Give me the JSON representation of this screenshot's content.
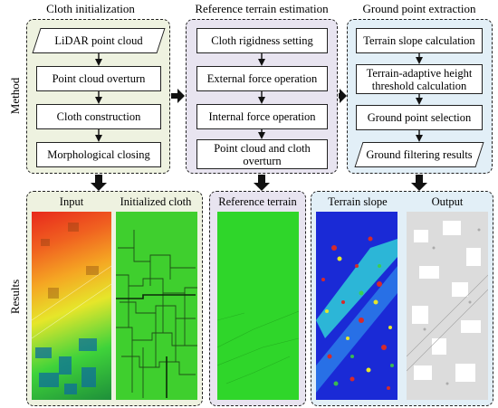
{
  "method_label": "Method",
  "results_label": "Results",
  "columns": [
    {
      "title": "Cloth initialization",
      "steps": [
        "LiDAR point cloud",
        "Point cloud overturn",
        "Cloth construction",
        "Morphological closing"
      ],
      "fill": "#eef2e0"
    },
    {
      "title": "Reference terrain estimation",
      "steps": [
        "Cloth rigidness setting",
        "External force operation",
        "Internal force operation",
        "Point cloud and cloth overturn"
      ],
      "fill": "#e8e4f0"
    },
    {
      "title": "Ground point extraction",
      "steps": [
        "Terrain slope calculation",
        "Terrain-adaptive height threshold calculation",
        "Ground point selection",
        "Ground filtering results"
      ],
      "fill": "#e2eff7"
    }
  ],
  "results": {
    "panel1": {
      "images": [
        "Input",
        "Initialized cloth"
      ],
      "fill": "#eef2e0"
    },
    "panel2": {
      "images": [
        "Reference terrain"
      ],
      "fill": "#e8e4f0"
    },
    "panel3": {
      "images": [
        "Terrain slope",
        "Output"
      ],
      "fill": "#e2eff7"
    }
  },
  "colors": {
    "arrow": "#111111",
    "border": "#222222",
    "input_gradient": [
      "#e8291c",
      "#f5a623",
      "#e6e62a",
      "#3fd33a",
      "#1e8f3a"
    ],
    "cloth_green": "#3fcf2e",
    "terrain_green": "#2fd62a",
    "slope_blue": "#1a2ad6",
    "output_gray": "#cfcfcf"
  },
  "icons": [
    "arrow-down-icon",
    "arrow-right-icon"
  ]
}
